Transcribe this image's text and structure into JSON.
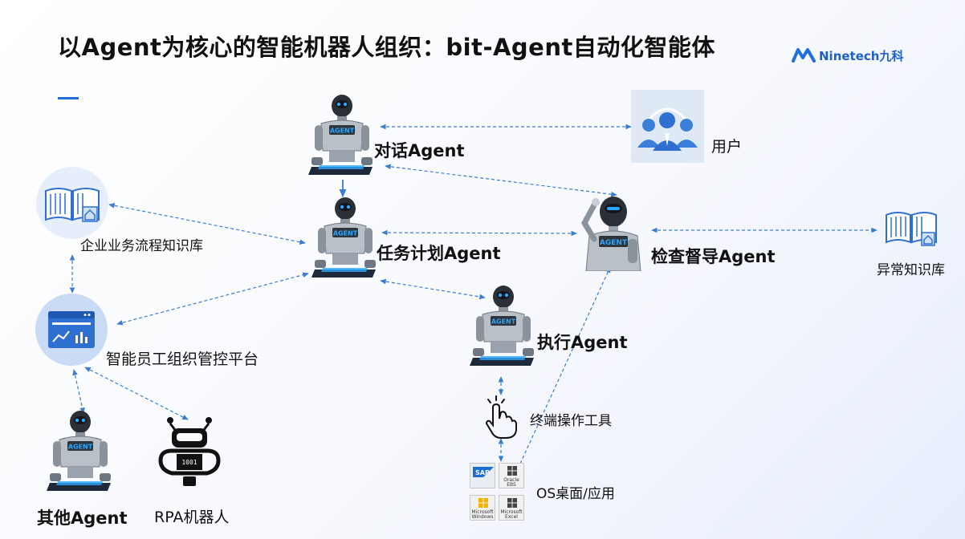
{
  "title": "以Agent为核心的智能机器人组织：bit-Agent自动化智能体",
  "logo": {
    "text": "Ninetech九科",
    "icon": "ninetech-logo-icon"
  },
  "nodes": {
    "dialog_agent": {
      "label": "对话Agent",
      "robot_badge": "AGENT",
      "icon": "robot-icon"
    },
    "user": {
      "label": "用户",
      "icon": "users-icon"
    },
    "task_agent": {
      "label": "任务计划Agent",
      "robot_badge": "AGENT",
      "icon": "robot-icon"
    },
    "check_agent": {
      "label": "检查督导Agent",
      "robot_badge": "AGENT",
      "icon": "thinking-robot-icon"
    },
    "exec_agent": {
      "label": "执行Agent",
      "robot_badge": "AGENT",
      "icon": "robot-icon"
    },
    "kb_enterprise": {
      "label": "企业业务流程知识库",
      "icon": "book-library-icon"
    },
    "kb_exception": {
      "label": "异常知识库",
      "icon": "book-library-icon"
    },
    "platform": {
      "label": "智能员工组织管控平台",
      "icon": "dashboard-icon"
    },
    "other_agent": {
      "label": "其他Agent",
      "robot_badge": "AGENT",
      "icon": "robot-icon"
    },
    "rpa": {
      "label": "RPA机器人",
      "icon": "rpa-robot-icon"
    },
    "terminal_tool": {
      "label": "终端操作工具",
      "icon": "click-hand-icon"
    },
    "os_apps": {
      "label": "OS桌面/应用",
      "tiles": [
        {
          "name": "SAP",
          "icon": "sap-icon"
        },
        {
          "name": "Oracle EBS",
          "icon": "oracle-ebs-icon"
        },
        {
          "name": "Microsoft Windows",
          "icon": "windows-icon"
        },
        {
          "name": "Microsoft Excel",
          "icon": "excel-icon"
        }
      ]
    }
  },
  "colors": {
    "accent": "#1e6fd9",
    "connector": "#3a7ccf",
    "robot_eye": "#2aa7ff"
  }
}
